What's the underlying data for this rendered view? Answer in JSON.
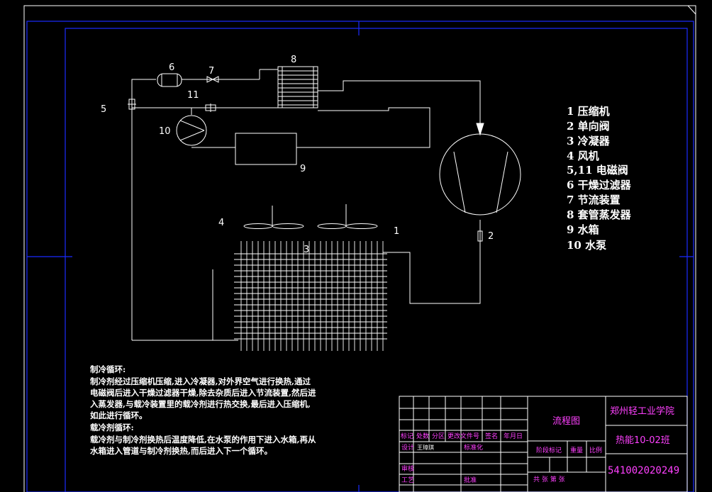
{
  "diagram": {
    "component_numbers": {
      "n1": "1",
      "n2": "2",
      "n3": "3",
      "n4": "4",
      "n5": "5",
      "n6": "6",
      "n7": "7",
      "n8": "8",
      "n9": "9",
      "n10": "10",
      "n11": "11"
    },
    "legend": [
      "1  压缩机",
      "2  单向阀",
      "3  冷凝器",
      "4  风机",
      "5,11 电磁阀",
      "6 干燥过滤器",
      "7 节流装置",
      "8 套管蒸发器",
      "9 水箱",
      "10 水泵"
    ],
    "notes": [
      "制冷循环:",
      "制冷剂经过压缩机压缩,进入冷凝器,对外界空气进行换热,通过",
      "电磁阀后进入干燥过滤器干燥,除去杂质后进入节流装置,然后进",
      "入蒸发器,与载冷装置里的载冷剂进行热交换,最后进入压缩机,",
      "如此进行循环。",
      "载冷剂循环:",
      "载冷剂与制冷剂换热后温度降低,在水泵的作用下进入水箱,再从",
      "水箱进入管道与制冷剂换热,而后进入下一个循环。"
    ]
  },
  "title_block": {
    "drawing_title": "流程图",
    "school": "郑州轻工业学院",
    "class_name": "热能10-02班",
    "drawing_number": "541002020249",
    "headers": {
      "mark": "标记",
      "count": "处数",
      "zone": "分区",
      "doc_no": "更改文件号",
      "signature": "签名",
      "date": "年月日"
    },
    "design": "设计",
    "designer": "王璋琪",
    "standardize": "标准化",
    "stage_mark": "阶段标记",
    "weight": "重量",
    "scale": "比例",
    "review": "审核",
    "process": "工艺",
    "approve": "批准",
    "sheets": "共   张 第   张"
  },
  "colors": {
    "background": "#000000",
    "frame": "#1a2bff",
    "lines": "#ffffff",
    "title_text": "#ff40ff"
  }
}
